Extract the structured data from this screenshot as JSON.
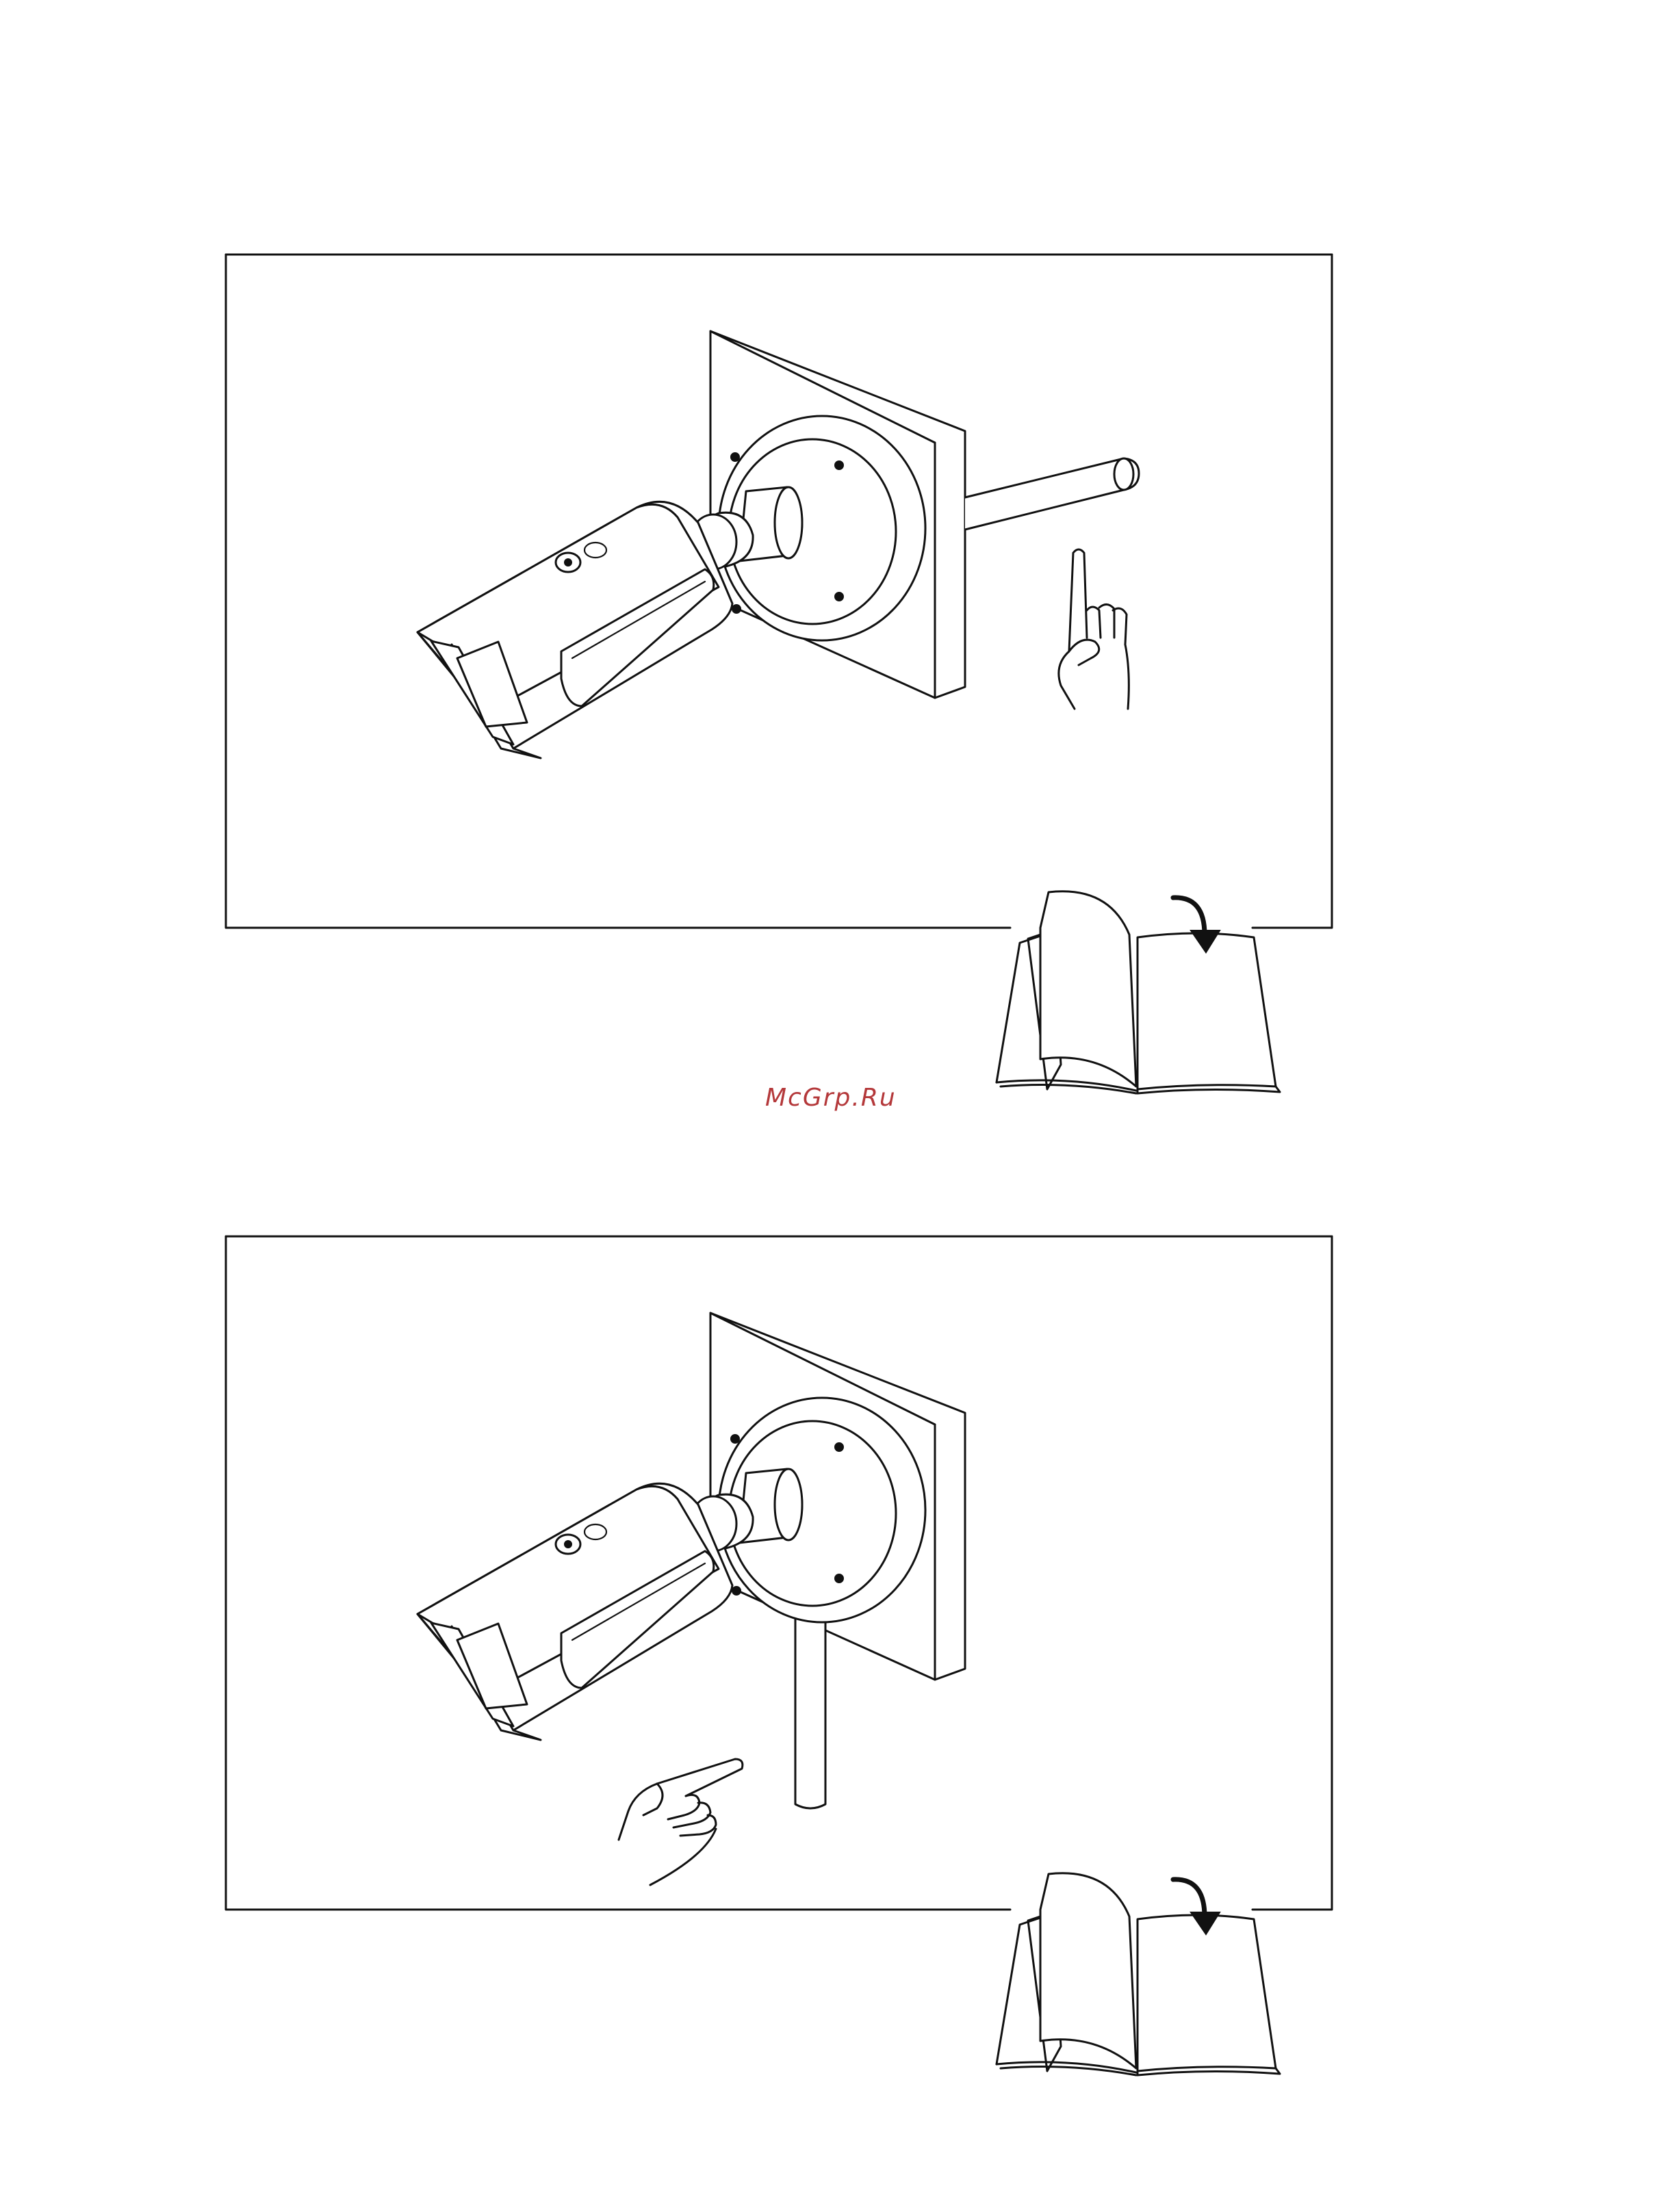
{
  "watermark": {
    "text": "McGrp.Ru",
    "color": "#b4383a"
  },
  "figures": [
    {
      "scene": "wall-mounted-bullet-camera",
      "cable_exit": "rear-through-wall",
      "hand_gesture": "raised-index-finger"
    },
    {
      "scene": "wall-mounted-bullet-camera",
      "cable_exit": "bottom-conduit",
      "hand_gesture": "pointing-finger"
    }
  ],
  "icons": [
    "open-book-icon",
    "page-turn-arrow-icon"
  ]
}
